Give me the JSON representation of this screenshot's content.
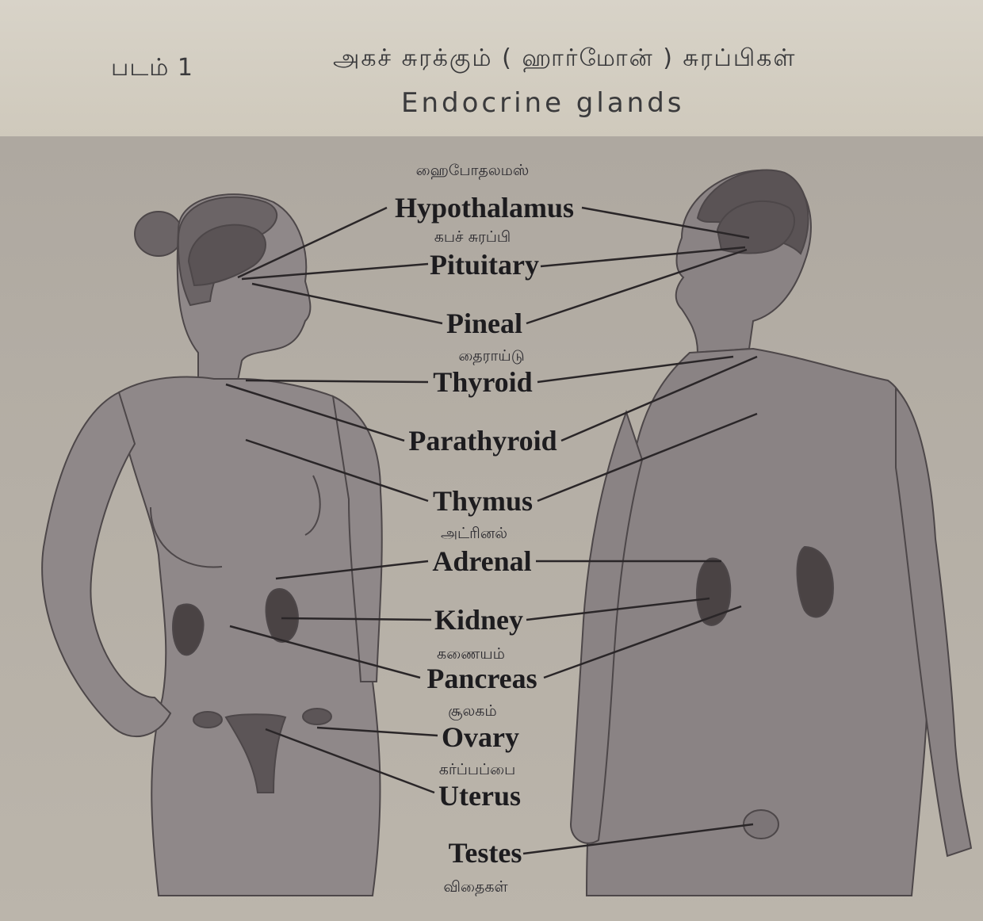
{
  "header": {
    "fig_number": "படம் 1",
    "title_tamil": "அகச் சுரக்கும் ( ஹார்மோன் ) சுரப்பிகள்",
    "title_english": "Endocrine glands"
  },
  "labels": {
    "hypothalamus": "Hypothalamus",
    "pituitary": "Pituitary",
    "pineal": "Pineal",
    "thyroid": "Thyroid",
    "parathyroid": "Parathyroid",
    "thymus": "Thymus",
    "adrenal": "Adrenal",
    "kidney": "Kidney",
    "pancreas": "Pancreas",
    "ovary": "Ovary",
    "uterus": "Uterus",
    "testes": "Testes"
  },
  "tamil_annotations": {
    "hypothalamus": "ஹைபோதலமஸ்",
    "pituitary": "கபச் சுரப்பி",
    "thyroid": "தைராய்டு",
    "adrenal": "அட்ரினல்",
    "pancreas": "கணையம்",
    "ovary": "சூலகம்",
    "uterus": "கர்ப்பப்பை",
    "testes": "விதைகள்"
  },
  "colors": {
    "body_fill": "#8f8889",
    "body_outline": "#4d4749",
    "hair": "#6b6466",
    "organ_dark": "#4a4344",
    "leader_line": "#2a2628"
  }
}
